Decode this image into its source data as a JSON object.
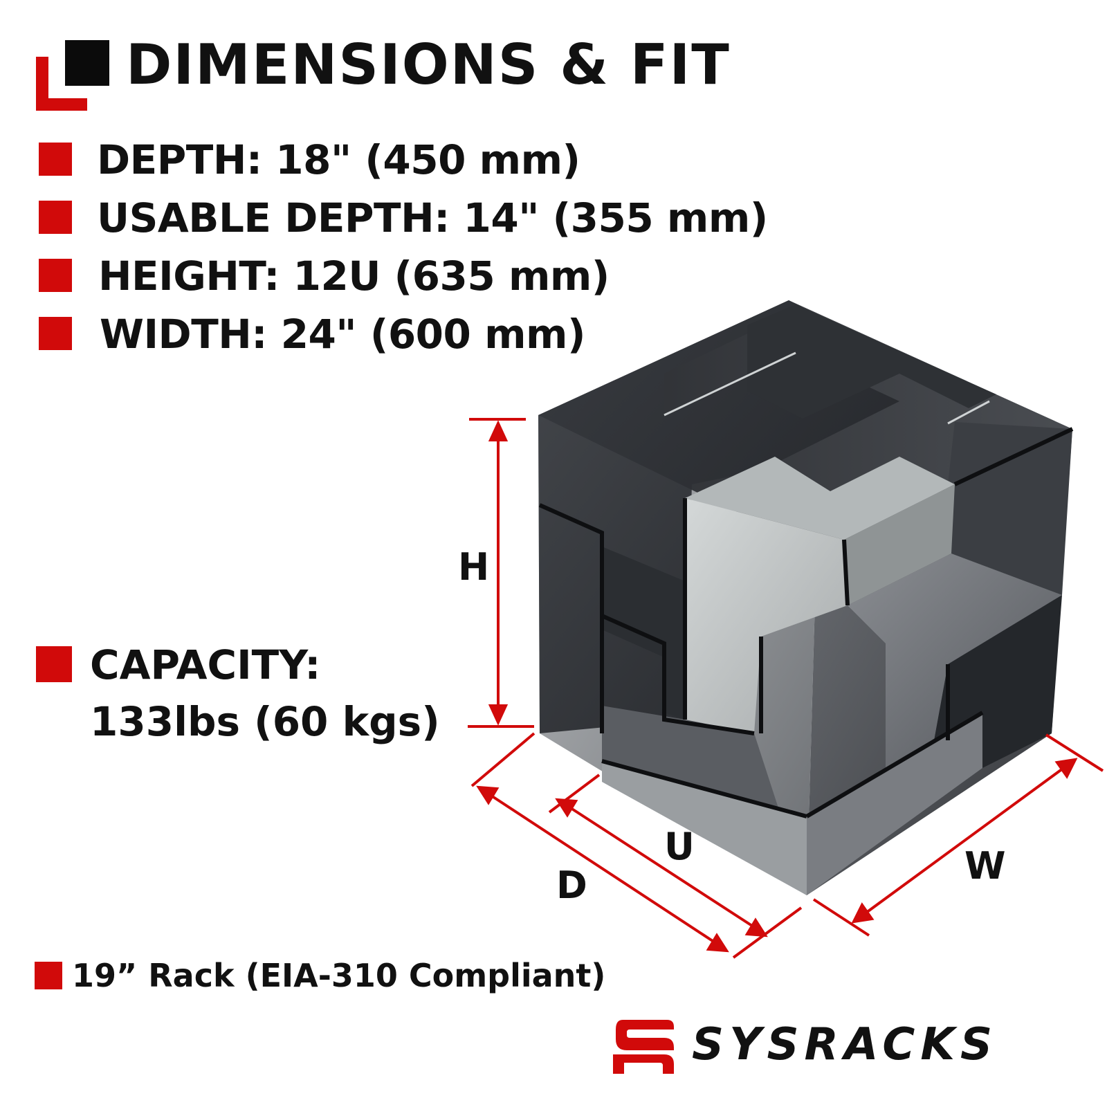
{
  "title": "DIMENSIONS & FIT",
  "specs": [
    "DEPTH: 18\" (450 mm)",
    "USABLE DEPTH: 14\" (355 mm)",
    "HEIGHT: 12U (635 mm)",
    "WIDTH: 24\" (600 mm)"
  ],
  "capacity": {
    "label": "CAPACITY:",
    "value": "133lbs (60 kgs)"
  },
  "rack_note": "19” Rack (EIA-310 Compliant)",
  "dimension_labels": {
    "height": "H",
    "usable_depth": "U",
    "depth": "D",
    "width": "W"
  },
  "brand": {
    "name": "SYSRACKS"
  },
  "colors": {
    "accent": "#d10a0a",
    "text": "#111111",
    "background": "#ffffff"
  }
}
